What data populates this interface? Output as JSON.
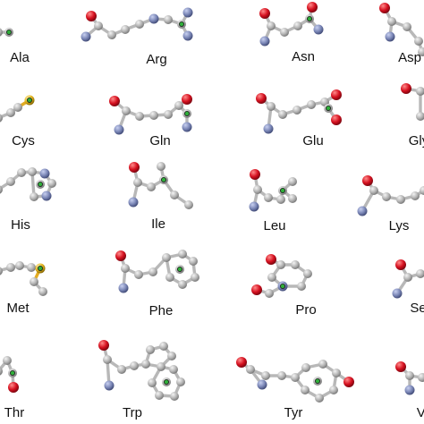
{
  "figure": {
    "atom_colors": {
      "carbon": "#b4b4b4",
      "oxygen": "#d5101f",
      "nitrogen": "#7a86b6",
      "sulfur": "#e0b21a",
      "marker": "#2fae3a",
      "bond": "#b8b8b8",
      "sulfur_bond": "#e3ac22"
    },
    "residues": [
      {
        "name": "Ala"
      },
      {
        "name": "Arg"
      },
      {
        "name": "Asn"
      },
      {
        "name": "Asp"
      },
      {
        "name": "Cys"
      },
      {
        "name": "Gln"
      },
      {
        "name": "Glu"
      },
      {
        "name": "Gly"
      },
      {
        "name": "His"
      },
      {
        "name": "Ile"
      },
      {
        "name": "Leu"
      },
      {
        "name": "Lys"
      },
      {
        "name": "Met"
      },
      {
        "name": "Phe"
      },
      {
        "name": "Pro"
      },
      {
        "name": "Ser"
      },
      {
        "name": "Thr"
      },
      {
        "name": "Trp"
      },
      {
        "name": "Tyr"
      },
      {
        "name": "Val"
      }
    ]
  }
}
